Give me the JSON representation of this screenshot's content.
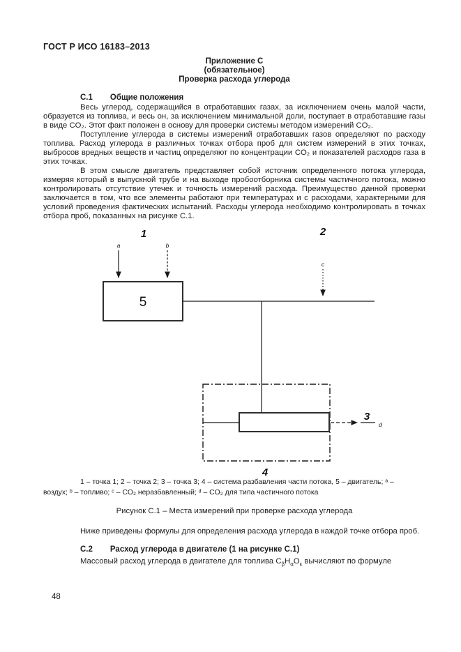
{
  "page": {
    "header": "ГОСТ Р ИСО 16183–2013",
    "page_number": "48"
  },
  "appendix": {
    "title_line1": "Приложение С",
    "title_line2": "(обязательное)",
    "title_line3": "Проверка расхода углерода"
  },
  "section_c1": {
    "number": "С.1",
    "title": "Общие положения",
    "para1": "Весь углерод, содержащийся в отработавших газах, за исключением очень малой части, образуется из топлива, и весь он, за исключением минимальной доли, поступает в отработавшие газы в виде CO₂. Этот факт положен в основу для проверки системы методом измерений CO₂.",
    "para2": "Поступление углерода в системы измерений отработавших газов определяют по расходу топлива. Расход углерода в различных точках отбора проб для систем измерений в этих точках, выбросов вредных веществ и частиц определяют по концентрации CO₂ и показателей расходов газа в этих точках.",
    "para3": "В этом смысле двигатель представляет собой источник определенного потока углерода, измеряя который в выпускной трубе и на выходе пробоотборника системы частичного потока, можно контролировать отсутствие утечек и точность измерений расхода. Преимущество данной проверки заключается в том, что все элементы работают при температурах и с расходами, характерными для условий проведения фактических испытаний. Расходы углерода необходимо контролировать в точках отбора проб, показанных на рисунке С.1."
  },
  "figure": {
    "labels": {
      "point1": "1",
      "point2": "2",
      "point3": "3",
      "system4": "4",
      "engine5": "5",
      "a": "a",
      "b": "b",
      "c": "c",
      "d": "d"
    },
    "caption_line1": "1 – точка 1; 2 – точка 2; 3 – точка 3; 4 – система разбавления части потока, 5 – двигатель; ᵃ –",
    "caption_line2": "воздух; ᵇ – топливо; ᶜ – CO₂ неразбавленный; ᵈ – CO₂  для типа частичного потока",
    "title": "Рисунок С.1 – Места измерений при проверке расхода углерода"
  },
  "after_figure": {
    "intro": "Ниже приведены формулы для определения расхода углерода в каждой точке отбора проб."
  },
  "section_c2": {
    "number": "С.2",
    "title": "Расход углерода в двигателе (1 на рисунке С.1)",
    "para_prefix": "Массовый расход углерода в двигателе для топлива ",
    "formula": {
      "el1": "C",
      "sub1": "β",
      "el2": "H",
      "sub2": "α",
      "el3": "O",
      "sub3": "ε"
    },
    "para_suffix": " вычисляют по формуле"
  }
}
